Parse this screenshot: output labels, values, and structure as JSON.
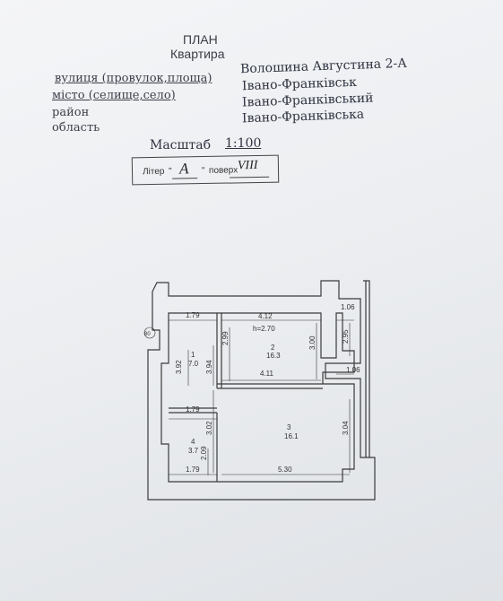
{
  "header": {
    "title": "ПЛАН",
    "subtitle": "Квартира"
  },
  "address": {
    "street_label": "вулиця (провулок,площа)",
    "city_label": "місто (селище,село)",
    "district_label": "район",
    "region_label": "область",
    "street_value": "Волошина Августина 2-А",
    "city_value": "Івано-Франківськ",
    "district_value": "Івано-Франківський",
    "region_value": "Івано-Франківська"
  },
  "scale": {
    "label": "Масштаб",
    "value": "1:100"
  },
  "litera_box": {
    "litera_label": "Літер",
    "litera_value": "А",
    "floor_label": "поверх",
    "floor_value": "VIII"
  },
  "plan": {
    "dim_1": "1.79",
    "dim_2": "4.12",
    "dim_3": "1.06",
    "height": "h=2.70",
    "room_2_no": "2",
    "room_2_area": "16.3",
    "dim_4": "4.11",
    "dim_5": "1.06",
    "room_1_no": "1",
    "room_1_area": "7.0",
    "dim_6": "1.79",
    "room_3_no": "3",
    "room_3_area": "16.1",
    "room_4_no": "4",
    "room_4_area": "3.7",
    "dim_7": "1.79",
    "dim_8": "5.30",
    "axis_mark": "80",
    "v_1": "2.99",
    "v_2": "3.94",
    "v_3": "3.92",
    "v_4": "3.00",
    "v_5": "2.95",
    "v_6": "3.02",
    "v_7": "2.09",
    "v_8": "3.04"
  }
}
